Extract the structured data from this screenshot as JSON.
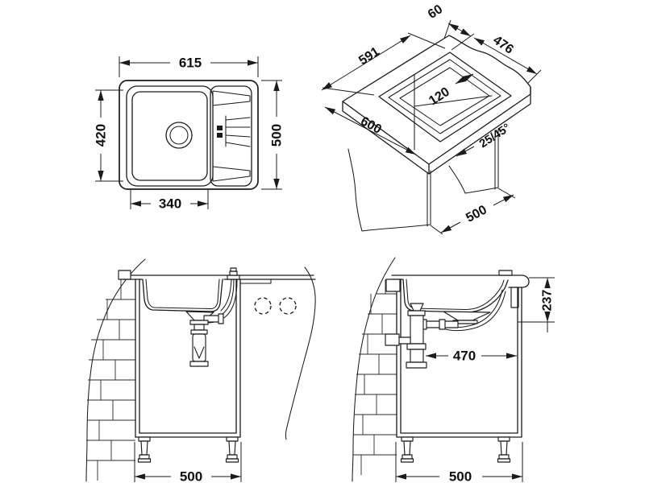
{
  "views": {
    "plan": {
      "overall_width": "615",
      "overall_depth": "500",
      "bowl_depth": "420",
      "bowl_width": "340"
    },
    "cutout_iso": {
      "edge_offset": "60",
      "cutout_width": "476",
      "cutout_length": "591",
      "bowl_rim_gap": "120",
      "worktop_width": "600",
      "edge_profile": "25/45°",
      "worktop_depth": "500"
    },
    "front_section": {
      "base_unit_width": "500"
    },
    "side_section": {
      "mounting_depth": "237",
      "waste_clearance": "470",
      "base_unit_depth": "500"
    }
  },
  "colors": {
    "line": "#1b1b1b",
    "background": "#ffffff"
  }
}
